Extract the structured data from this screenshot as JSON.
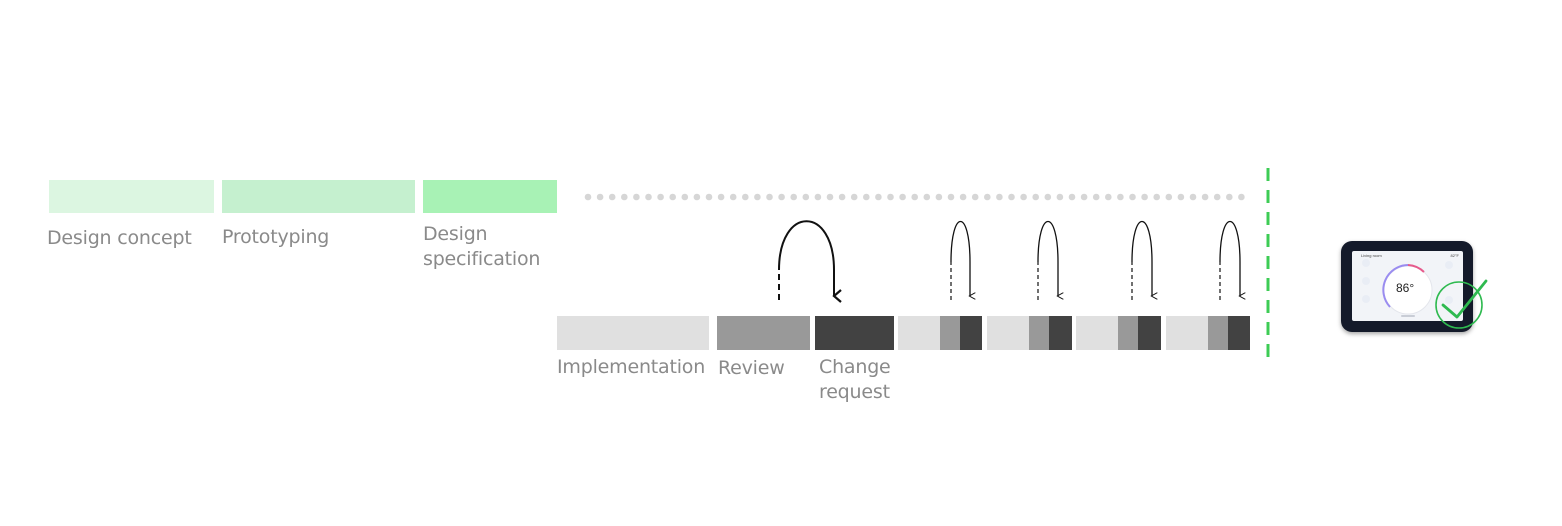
{
  "phases": {
    "design_concept": "Design concept",
    "prototyping": "Prototyping",
    "design_specification": "Design\nspecification",
    "implementation": "Implementation",
    "review": "Review",
    "change_request": "Change\nrequest"
  },
  "device": {
    "room": "Living room",
    "outdoor": "82°F",
    "temperature": "86°"
  },
  "colors": {
    "design_concept": "#dcf6e1",
    "prototyping": "#c5f0cf",
    "design_specification": "#a8f2b5",
    "implementation": "#e0e0e0",
    "review": "#999999",
    "change_request": "#424242",
    "milestone": "#3dcc55",
    "dots": "#d6d6d6"
  }
}
